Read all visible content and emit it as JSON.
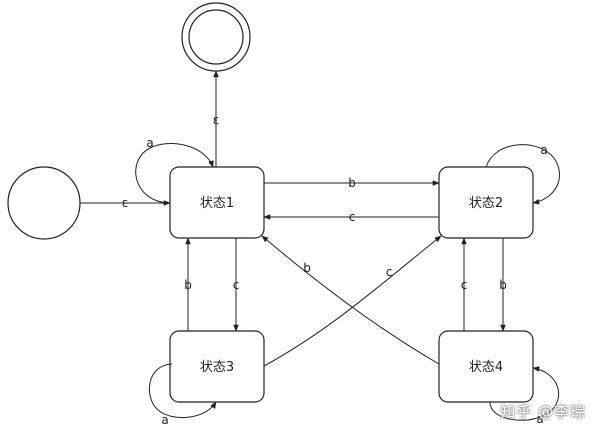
{
  "states": {
    "s1": "状态1",
    "s2": "状态2",
    "s3": "状态3",
    "s4": "状态4"
  },
  "edges": {
    "start_to_s1": "ε",
    "s1_to_accept": "ε",
    "s1_self": "a",
    "s2_self": "a",
    "s3_self": "a",
    "s4_self": "a",
    "s1_to_s2": "b",
    "s2_to_s1": "c",
    "s1_to_s3": "c",
    "s3_to_s1": "b",
    "s2_to_s4": "b",
    "s4_to_s2": "c",
    "s3_to_s2": "c",
    "s4_to_s1": "b"
  },
  "watermark": "知乎 @李琮",
  "colors": {
    "stroke": "#222222",
    "background": "#ffffff"
  }
}
